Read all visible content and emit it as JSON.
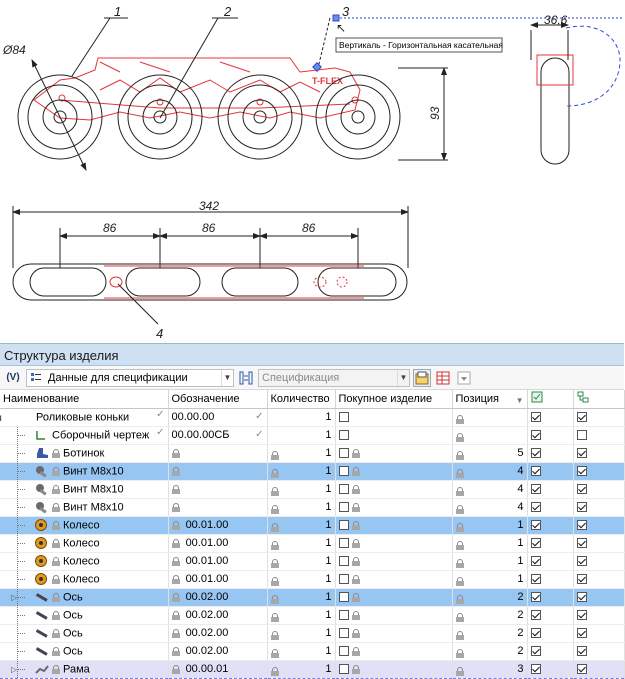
{
  "drawing": {
    "callouts": [
      "1",
      "2",
      "3",
      "4"
    ],
    "diameter_label": "Ø84",
    "dim_width_label": "36,6",
    "dim_height_label": "93",
    "dim_total_label": "342",
    "dim_pitch_labels": [
      "86",
      "86",
      "86"
    ],
    "tooltip": "Вертикаль - Горизонтальная касательная",
    "brand_label": "T-FLEX",
    "line_color": "#e4343a"
  },
  "panel": {
    "title": "Структура изделия",
    "toolbar": {
      "variables_label": "(V)",
      "data_combo": "Данные для спецификации",
      "report_combo_placeholder": "Спецификация"
    },
    "columns": {
      "name": "Наименование",
      "designation": "Обозначение",
      "quantity": "Количество",
      "purchased": "Покупное изделие",
      "position": "Позиция"
    },
    "rows": [
      {
        "name": "Роликовые коньки",
        "designation": "00.00.00",
        "quantity": "1",
        "position": "",
        "icon": "assembly-icon",
        "purchased": false,
        "c1": true,
        "c2": true,
        "style": "root"
      },
      {
        "name": "Сборочный чертеж",
        "designation": "00.00.00СБ",
        "quantity": "1",
        "position": "",
        "icon": "drawing-icon",
        "purchased": false,
        "c1": true,
        "c2": false,
        "style": "doc"
      },
      {
        "name": "Ботинок",
        "designation": "",
        "quantity": "1",
        "position": "5",
        "icon": "boot-icon",
        "purchased": false,
        "c1": true,
        "c2": true,
        "style": "normal"
      },
      {
        "name": "Винт M8x10",
        "designation": "",
        "quantity": "1",
        "position": "4",
        "icon": "screw-icon",
        "purchased": false,
        "c1": true,
        "c2": true,
        "style": "sel"
      },
      {
        "name": "Винт M8x10",
        "designation": "",
        "quantity": "1",
        "position": "4",
        "icon": "screw-icon",
        "purchased": false,
        "c1": true,
        "c2": true,
        "style": "normal"
      },
      {
        "name": "Винт M8x10",
        "designation": "",
        "quantity": "1",
        "position": "4",
        "icon": "screw-icon",
        "purchased": false,
        "c1": true,
        "c2": true,
        "style": "normal"
      },
      {
        "name": "Колесо",
        "designation": "00.01.00",
        "quantity": "1",
        "position": "1",
        "icon": "wheel-icon",
        "purchased": false,
        "c1": true,
        "c2": true,
        "style": "sel"
      },
      {
        "name": "Колесо",
        "designation": "00.01.00",
        "quantity": "1",
        "position": "1",
        "icon": "wheel-icon",
        "purchased": false,
        "c1": true,
        "c2": true,
        "style": "normal"
      },
      {
        "name": "Колесо",
        "designation": "00.01.00",
        "quantity": "1",
        "position": "1",
        "icon": "wheel-icon",
        "purchased": false,
        "c1": true,
        "c2": true,
        "style": "normal"
      },
      {
        "name": "Колесо",
        "designation": "00.01.00",
        "quantity": "1",
        "position": "1",
        "icon": "wheel-icon",
        "purchased": false,
        "c1": true,
        "c2": true,
        "style": "normal"
      },
      {
        "name": "Ось",
        "designation": "00.02.00",
        "quantity": "1",
        "position": "2",
        "icon": "axle-icon",
        "purchased": false,
        "c1": true,
        "c2": true,
        "style": "sel"
      },
      {
        "name": "Ось",
        "designation": "00.02.00",
        "quantity": "1",
        "position": "2",
        "icon": "axle-icon",
        "purchased": false,
        "c1": true,
        "c2": true,
        "style": "normal"
      },
      {
        "name": "Ось",
        "designation": "00.02.00",
        "quantity": "1",
        "position": "2",
        "icon": "axle-icon",
        "purchased": false,
        "c1": true,
        "c2": true,
        "style": "normal"
      },
      {
        "name": "Ось",
        "designation": "00.02.00",
        "quantity": "1",
        "position": "2",
        "icon": "axle-icon",
        "purchased": false,
        "c1": true,
        "c2": true,
        "style": "normal"
      },
      {
        "name": "Рама",
        "designation": "00.00.01",
        "quantity": "1",
        "position": "3",
        "icon": "frame-icon",
        "purchased": false,
        "c1": true,
        "c2": true,
        "style": "last"
      }
    ]
  }
}
